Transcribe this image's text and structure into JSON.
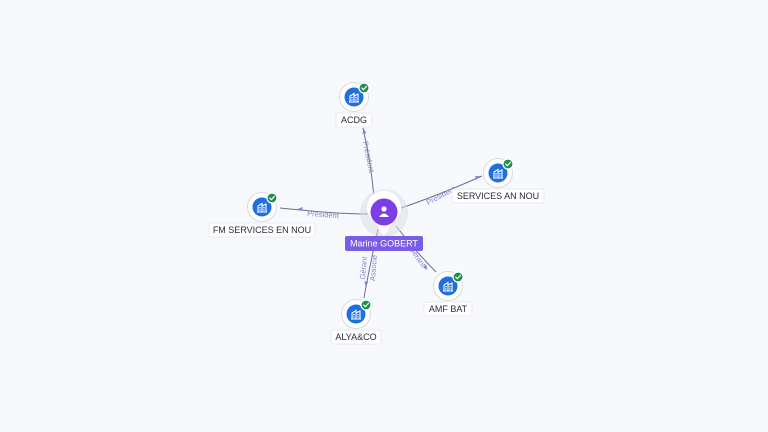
{
  "center": {
    "name": "Marine GOBERT",
    "icon": "person-icon",
    "color": "#7b3fe4"
  },
  "companies": [
    {
      "id": "acdg",
      "name": "ACDG",
      "icon": "building-icon",
      "verified": true,
      "role": "Président"
    },
    {
      "id": "services-an-nou",
      "name": "SERVICES AN NOU",
      "icon": "building-icon",
      "verified": true,
      "role": "Président"
    },
    {
      "id": "fm-services-en-nou",
      "name": "FM SERVICES EN NOU",
      "icon": "building-icon",
      "verified": true,
      "role": "Président"
    },
    {
      "id": "alya-co",
      "name": "ALYA&CO",
      "icon": "building-icon",
      "verified": true,
      "roles": [
        "Gérant",
        "Associé"
      ]
    },
    {
      "id": "amf-bat",
      "name": "AMF BAT",
      "icon": "building-icon",
      "verified": true,
      "role": "Gérant"
    }
  ],
  "colors": {
    "company": "#1f6fe0",
    "verified_badge": "#1e8f4a",
    "edge_label": "#8a80d6"
  }
}
